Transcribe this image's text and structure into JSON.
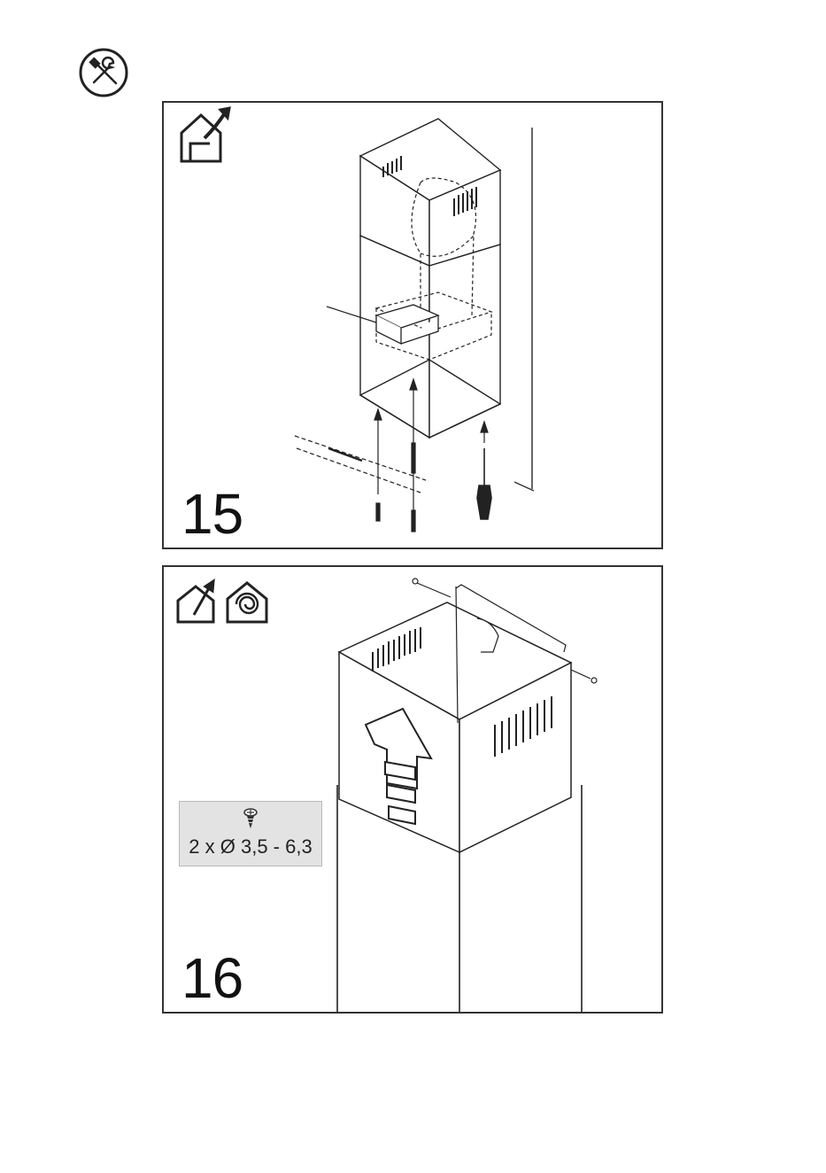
{
  "header": {
    "icon": "tools-icon"
  },
  "steps": [
    {
      "number": "15",
      "mode_icons": [
        "ducted-mode-icon"
      ]
    },
    {
      "number": "16",
      "mode_icons": [
        "ducted-mode-icon",
        "recirculation-mode-icon"
      ],
      "screw_spec": {
        "icon": "screw-icon",
        "text": "2 x Ø 3,5 - 6,3"
      }
    }
  ]
}
